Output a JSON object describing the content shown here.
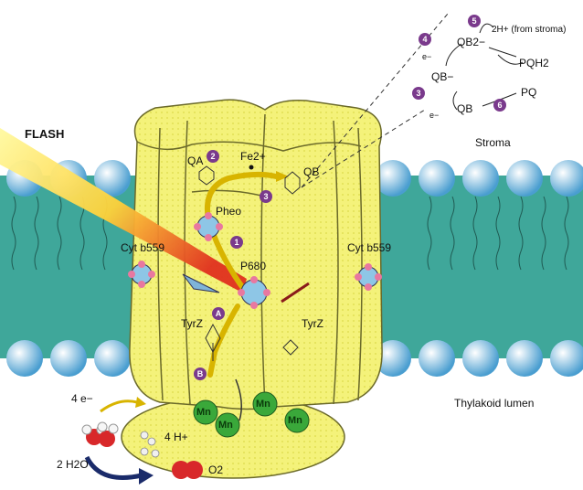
{
  "labels": {
    "flash": "FLASH",
    "qa": "QA",
    "fe": "Fe2+",
    "qb": "QB",
    "pheo": "Pheo",
    "p680": "P680",
    "cyt_left": "Cyt b559",
    "cyt_right": "Cyt b559",
    "tyrz_left": "TyrZ",
    "tyrz_right": "TyrZ",
    "stroma": "Stroma",
    "lumen": "Thylakoid lumen",
    "electrons": "4 e−",
    "protons": "4 H+",
    "water": "2 H2O",
    "oxygen": "O2",
    "mn": "Mn",
    "inset_qb2": "QB2−",
    "inset_2h": "2H+ (from stroma)",
    "inset_pqh2": "PQH2",
    "inset_qb_radical": "QB−",
    "inset_pq": "PQ",
    "inset_qb": "QB",
    "inset_e1": "e−",
    "inset_e2": "e−"
  },
  "steps": [
    "5",
    "4",
    "3",
    "6",
    "2",
    "3",
    "1",
    "A",
    "B"
  ],
  "colors": {
    "complex": "#f6f37a",
    "complex_edge": "#6b6a2a",
    "membrane": "#3fa79a",
    "lipid_head": "#7fc6e8",
    "mn_cluster": "#3aa83a",
    "step_badge": "#7a3a8c",
    "flash_yellow": "#ffe94a",
    "flash_red": "#e0301e"
  }
}
